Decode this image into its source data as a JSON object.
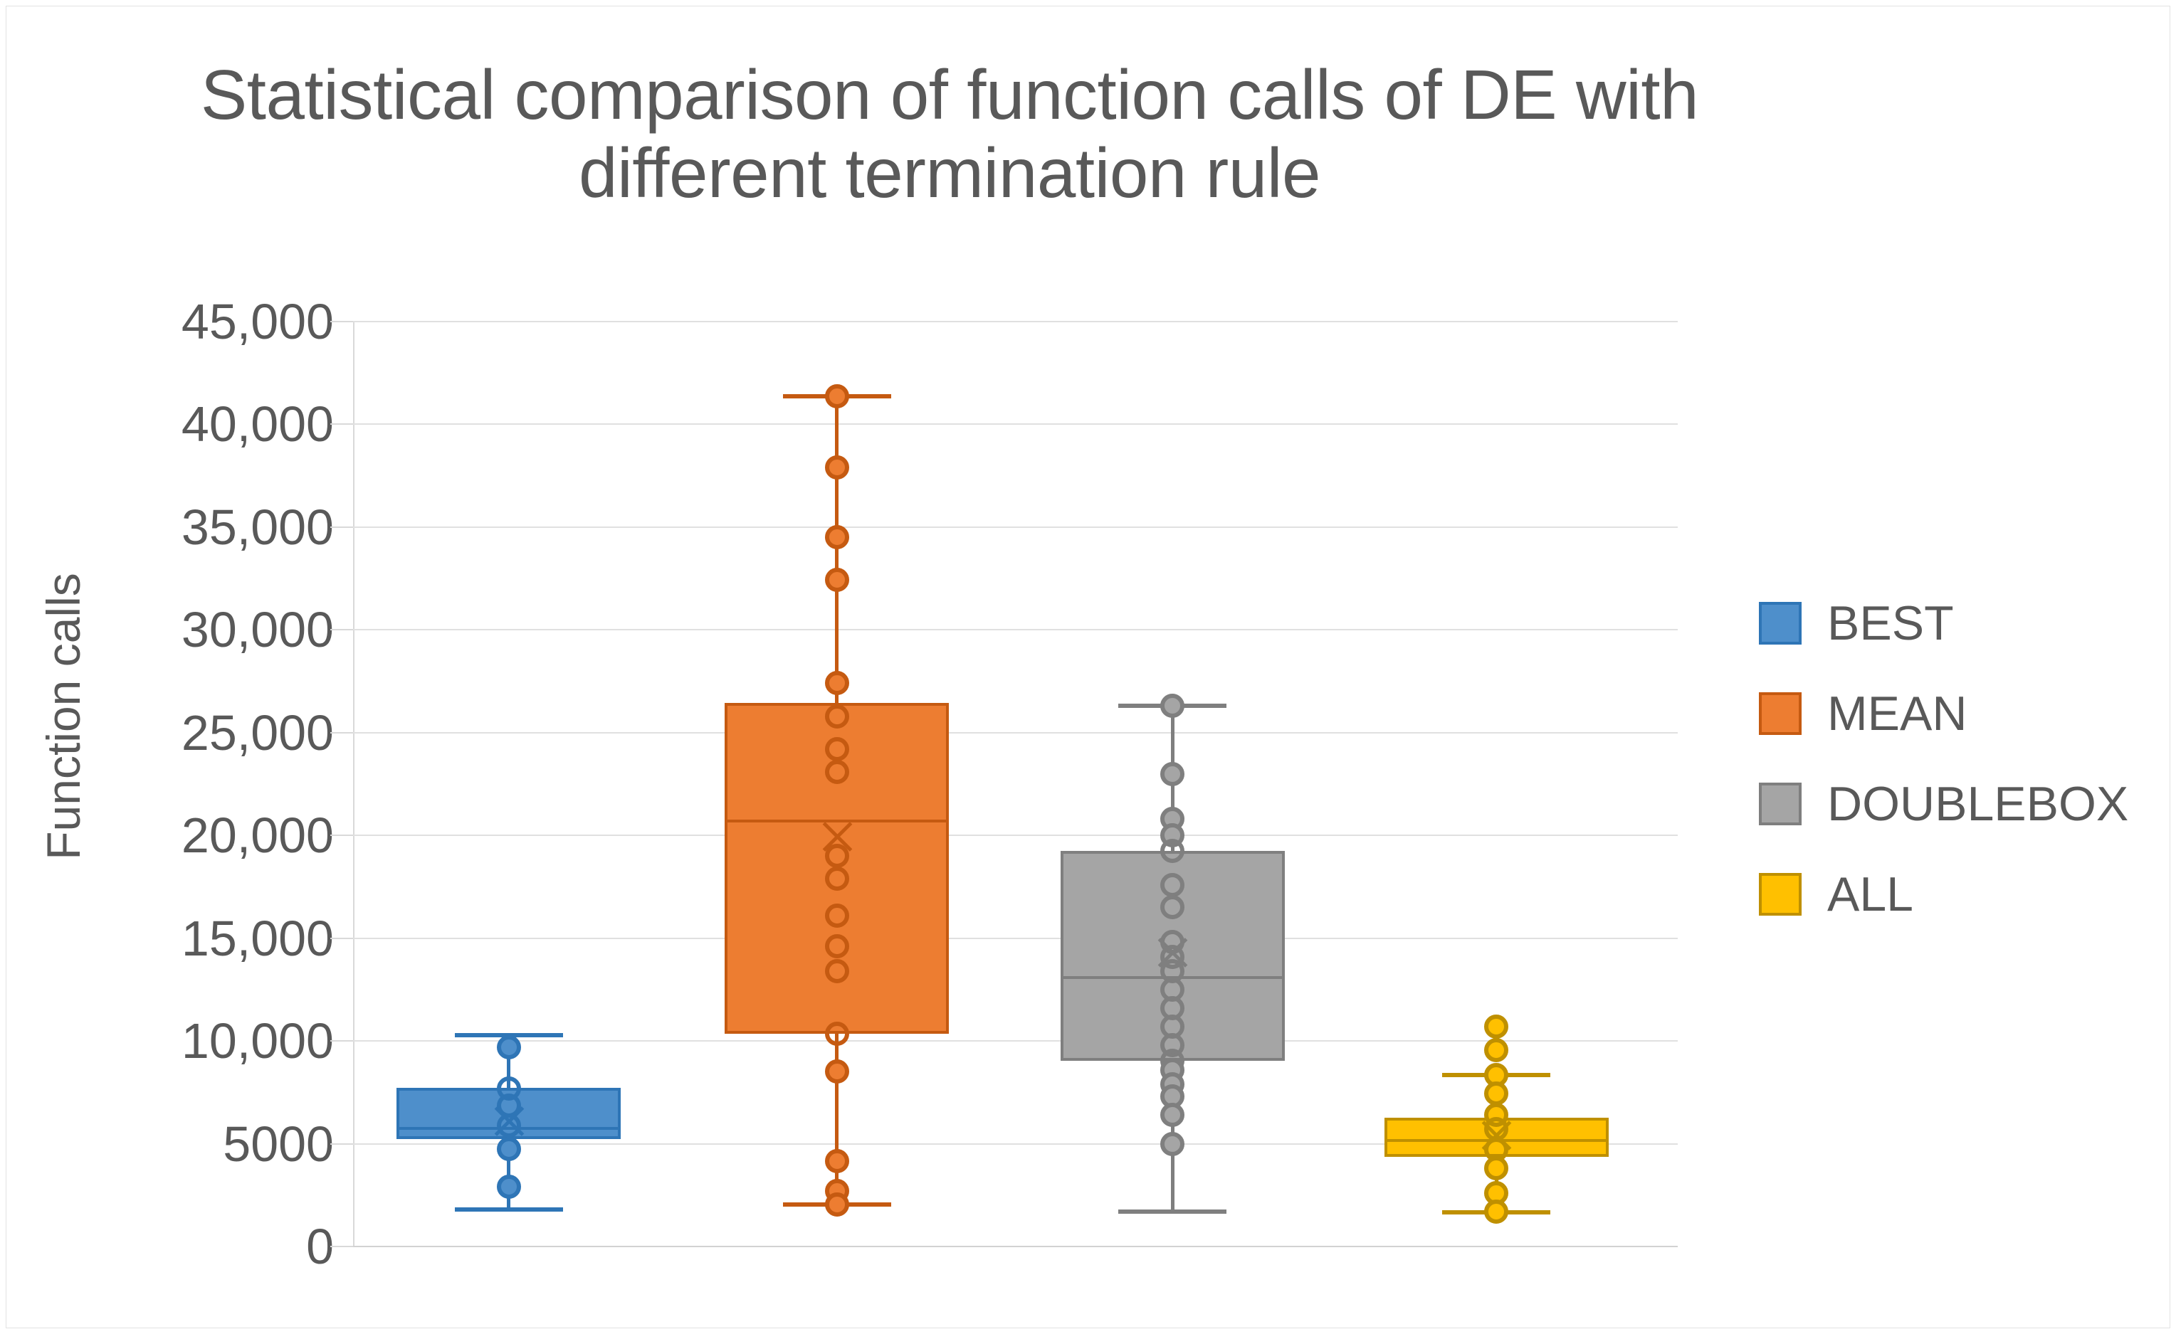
{
  "chart_data": {
    "type": "box",
    "title": "Statistical comparison of function calls of DE with different termination rule",
    "title_line1": "Statistical comparison of function calls of DE with",
    "title_line2": "different termination rule",
    "xlabel": "",
    "ylabel": "Function calls",
    "ylim": [
      0,
      45000
    ],
    "ytick_values": [
      45000,
      40000,
      35000,
      30000,
      25000,
      20000,
      15000,
      10000,
      5000,
      0
    ],
    "ytick_labels": [
      "45,000",
      "40,000",
      "35,000",
      "30,000",
      "25,000",
      "20,000",
      "15,000",
      "10,000",
      "5000",
      "0"
    ],
    "grid": true,
    "legend_position": "right",
    "categories": [
      "BEST",
      "MEAN",
      "DOUBLEBOX",
      "ALL"
    ],
    "series": [
      {
        "name": "BEST",
        "color": "#4E8FCB",
        "edge_color": "#2E75B6",
        "whisker_low": 1800,
        "q1": 5230,
        "median": 5750,
        "mean": 6100,
        "q3": 7720,
        "whisker_high": 10280,
        "points": [
          9700,
          7700,
          6850,
          5900,
          4750,
          2900
        ]
      },
      {
        "name": "MEAN",
        "color": "#ED7D31",
        "edge_color": "#C55A11",
        "whisker_low": 2050,
        "q1": 10350,
        "median": 20700,
        "mean": 19950,
        "q3": 26450,
        "whisker_high": 41350,
        "points": [
          41350,
          37900,
          34500,
          32450,
          27400,
          25800,
          24200,
          23100,
          19000,
          17900,
          16100,
          14600,
          13400,
          10350,
          8500,
          4150,
          2700,
          2050
        ]
      },
      {
        "name": "DOUBLEBOX",
        "color": "#A5A5A5",
        "edge_color": "#7F7F7F",
        "whisker_low": 1700,
        "q1": 9050,
        "median": 13100,
        "mean": 14300,
        "q3": 19250,
        "whisker_high": 26300,
        "points": [
          26300,
          23000,
          20800,
          20000,
          19250,
          17600,
          16500,
          14800,
          14100,
          13400,
          12500,
          11600,
          10700,
          9800,
          9050,
          8600,
          7900,
          7300,
          6400,
          5000
        ]
      },
      {
        "name": "ALL",
        "color": "#FFC000",
        "edge_color": "#BF9000",
        "whisker_low": 1650,
        "q1": 4350,
        "median": 5150,
        "mean": 5400,
        "q3": 6250,
        "whisker_high": 8350,
        "points": [
          10700,
          9550,
          8350,
          7450,
          6400,
          5700,
          4700,
          3800,
          2600,
          1700
        ]
      }
    ]
  },
  "legend": {
    "items": [
      {
        "label": "BEST",
        "color": "#4E8FCB",
        "edge": "#2E75B6"
      },
      {
        "label": "MEAN",
        "color": "#ED7D31",
        "edge": "#C55A11"
      },
      {
        "label": "DOUBLEBOX",
        "color": "#A5A5A5",
        "edge": "#7F7F7F"
      },
      {
        "label": "ALL",
        "color": "#FFC000",
        "edge": "#BF9000"
      }
    ]
  }
}
